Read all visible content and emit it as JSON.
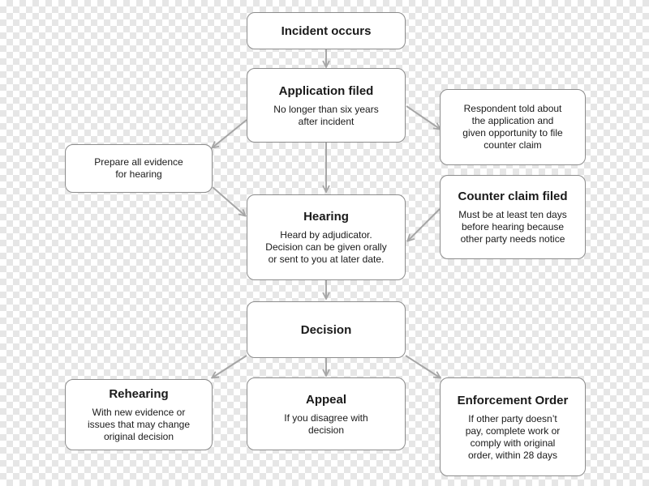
{
  "nodes": {
    "incident": {
      "title": "Incident occurs",
      "desc": ""
    },
    "application": {
      "title": "Application filed",
      "desc": "No longer than six years\nafter incident"
    },
    "respondent": {
      "title": "",
      "desc": "Respondent told about\nthe application and\ngiven opportunity to file\ncounter claim"
    },
    "prepare": {
      "title": "",
      "desc": "Prepare all evidence\nfor hearing"
    },
    "counterclaim": {
      "title": "Counter claim filed",
      "desc": "Must be at least ten days\nbefore hearing because\nother party needs notice"
    },
    "hearing": {
      "title": "Hearing",
      "desc": "Heard by adjudicator.\nDecision can be given orally\nor sent to you at later date."
    },
    "decision": {
      "title": "Decision",
      "desc": ""
    },
    "rehearing": {
      "title": "Rehearing",
      "desc": "With new evidence or\nissues that may change\noriginal decision"
    },
    "appeal": {
      "title": "Appeal",
      "desc": "If you disagree with\ndecision"
    },
    "enforcement": {
      "title": "Enforcement Order",
      "desc": "If other party doesn’t\npay, complete work or\ncomply with original\norder, within 28 days"
    }
  },
  "edges": [
    {
      "from": "incident",
      "to": "application"
    },
    {
      "from": "application",
      "to": "respondent"
    },
    {
      "from": "application",
      "to": "prepare"
    },
    {
      "from": "application",
      "to": "hearing"
    },
    {
      "from": "prepare",
      "to": "hearing"
    },
    {
      "from": "counterclaim",
      "to": "hearing"
    },
    {
      "from": "hearing",
      "to": "decision"
    },
    {
      "from": "decision",
      "to": "rehearing"
    },
    {
      "from": "decision",
      "to": "appeal"
    },
    {
      "from": "decision",
      "to": "enforcement"
    }
  ],
  "colors": {
    "border": "#8c8c8c",
    "arrow": "#a6a6a6",
    "box": "#ffffff"
  }
}
